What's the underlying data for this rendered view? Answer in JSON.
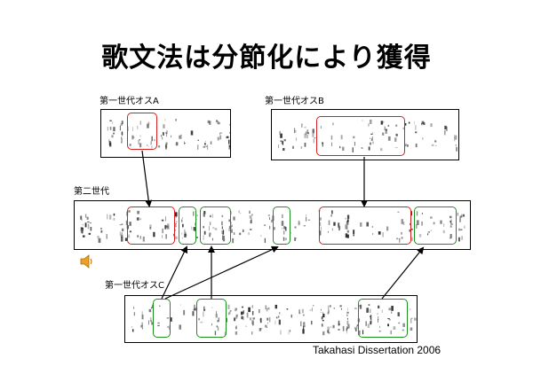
{
  "title": "歌文法は分節化により獲得",
  "labels": {
    "parent_a": "第一世代オスA",
    "parent_b": "第一世代オスB",
    "second_gen": "第二世代",
    "parent_c": "第一世代オスC"
  },
  "credit": "Takahasi Dissertation   2006",
  "icons": {
    "audio": "speaker-icon"
  },
  "colors": {
    "red_box": "#d42020",
    "green_box": "#1e8f1e",
    "speaker": "#f0a020"
  }
}
